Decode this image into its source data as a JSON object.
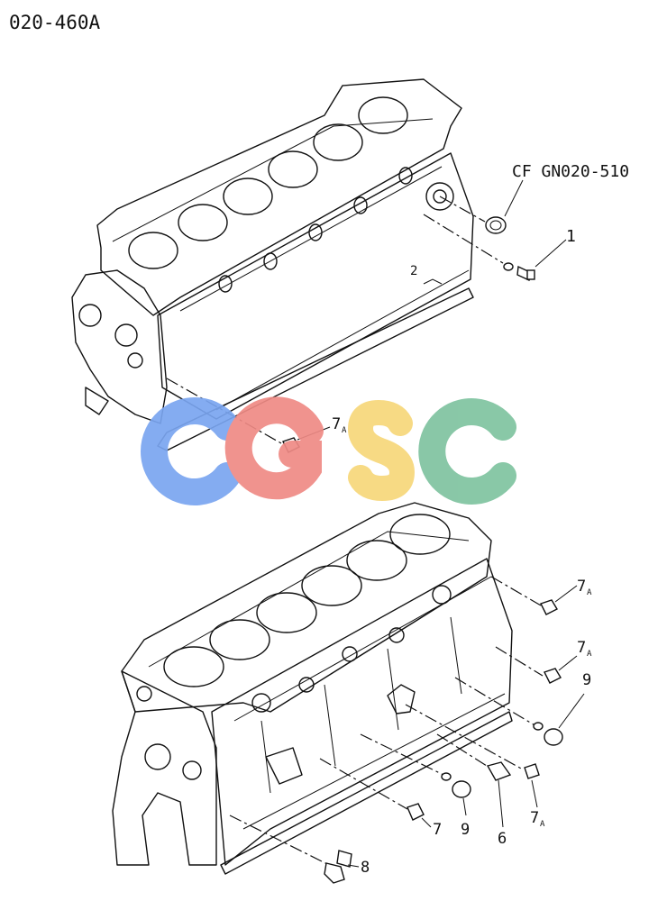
{
  "header": {
    "code": "020-460A"
  },
  "references": {
    "cf_label": "CF GN020-510"
  },
  "callouts": {
    "c1": "1",
    "c7a_top": "7",
    "c7a_r1": "7",
    "c7a_r2": "7",
    "c9_right": "9",
    "c7a_bottom": "7",
    "c7": "7",
    "c9_bottom": "9",
    "c6": "6",
    "c8": "8",
    "suffix": "A"
  },
  "watermark": {
    "text": "CGSC",
    "letters": [
      "C",
      "G",
      "S",
      "C"
    ],
    "colors": [
      "#7aa5f0",
      "#ef8a85",
      "#f7d77a",
      "#7fc3a0"
    ]
  }
}
